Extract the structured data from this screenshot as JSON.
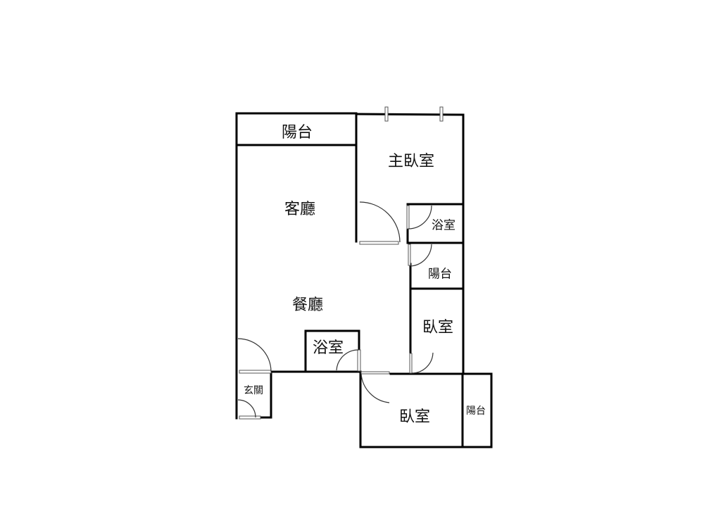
{
  "floor_plan": {
    "rooms": {
      "balcony_top": "陽台",
      "master_bedroom": "主臥室",
      "living_room": "客廳",
      "master_bath": "浴室",
      "balcony_mid": "陽台",
      "dining_room": "餐廳",
      "bedroom_2": "臥室",
      "bathroom": "浴室",
      "entrance": "玄關",
      "bedroom_3": "臥室",
      "balcony_bottom": "陽台"
    }
  }
}
